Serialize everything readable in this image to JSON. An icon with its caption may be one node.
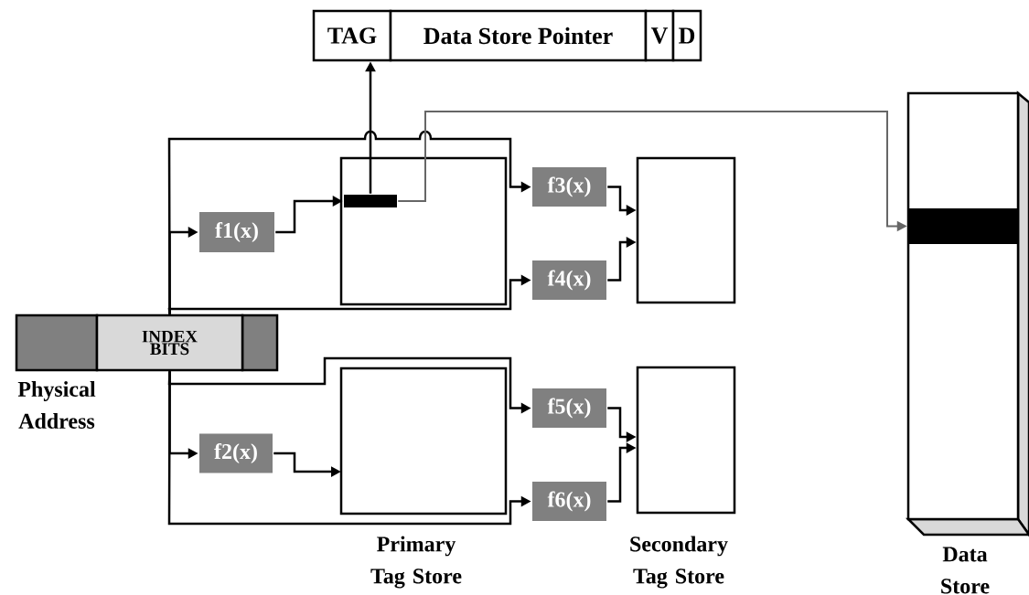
{
  "diagram": {
    "nodes": [
      {
        "text": [
          "TAG"
        ]
      },
      {
        "text": [
          "Data Store Pointer"
        ]
      },
      {
        "text": [
          "V"
        ]
      },
      {
        "text": [
          "D"
        ]
      },
      {
        "text": [
          "INDEX BITS"
        ],
        "beside": [
          "Physical Address"
        ]
      },
      {
        "text": [
          "f1(x)"
        ]
      },
      {
        "text": [
          "f2(x)"
        ]
      },
      {
        "text": [],
        "shape": "box"
      },
      {
        "text": [],
        "shape": "box",
        "beside": [
          "Primary Tag Store"
        ]
      },
      {
        "text": [],
        "shape": "bar",
        "in": 7
      },
      {
        "text": [
          "f3(x)"
        ]
      },
      {
        "text": [
          "f4(x)"
        ]
      },
      {
        "text": [
          "f5(x)"
        ]
      },
      {
        "text": [
          "f6(x)"
        ]
      },
      {
        "text": [],
        "shape": "box"
      },
      {
        "text": [],
        "shape": "box",
        "beside": [
          "Secondary Tag Store"
        ]
      },
      {
        "text": [],
        "shape": "box",
        "beside": [
          "Data Store"
        ]
      },
      {
        "text": [],
        "shape": "bar",
        "in": 16
      }
    ],
    "edges": [
      {
        "from": 4,
        "to": 5,
        "arrow": "to"
      },
      {
        "from": 4,
        "to": 10,
        "arrow": "to"
      },
      {
        "from": 4,
        "to": 11,
        "arrow": "to"
      },
      {
        "from": 4,
        "to": 6,
        "arrow": "to"
      },
      {
        "from": 4,
        "to": 12,
        "arrow": "to"
      },
      {
        "from": 4,
        "to": 13,
        "arrow": "to"
      },
      {
        "from": 5,
        "to": 9,
        "arrow": "to"
      },
      {
        "from": 9,
        "to": 0,
        "arrow": "to"
      },
      {
        "from": 9,
        "to": 17,
        "arrow": "to",
        "color": "#666666"
      },
      {
        "from": 6,
        "to": 8,
        "arrow": "to"
      },
      {
        "from": 10,
        "to": 14,
        "arrow": "to"
      },
      {
        "from": 11,
        "to": 14,
        "arrow": "to"
      },
      {
        "from": 12,
        "to": 15,
        "arrow": "to"
      },
      {
        "from": 13,
        "to": 15,
        "arrow": "to"
      }
    ]
  }
}
